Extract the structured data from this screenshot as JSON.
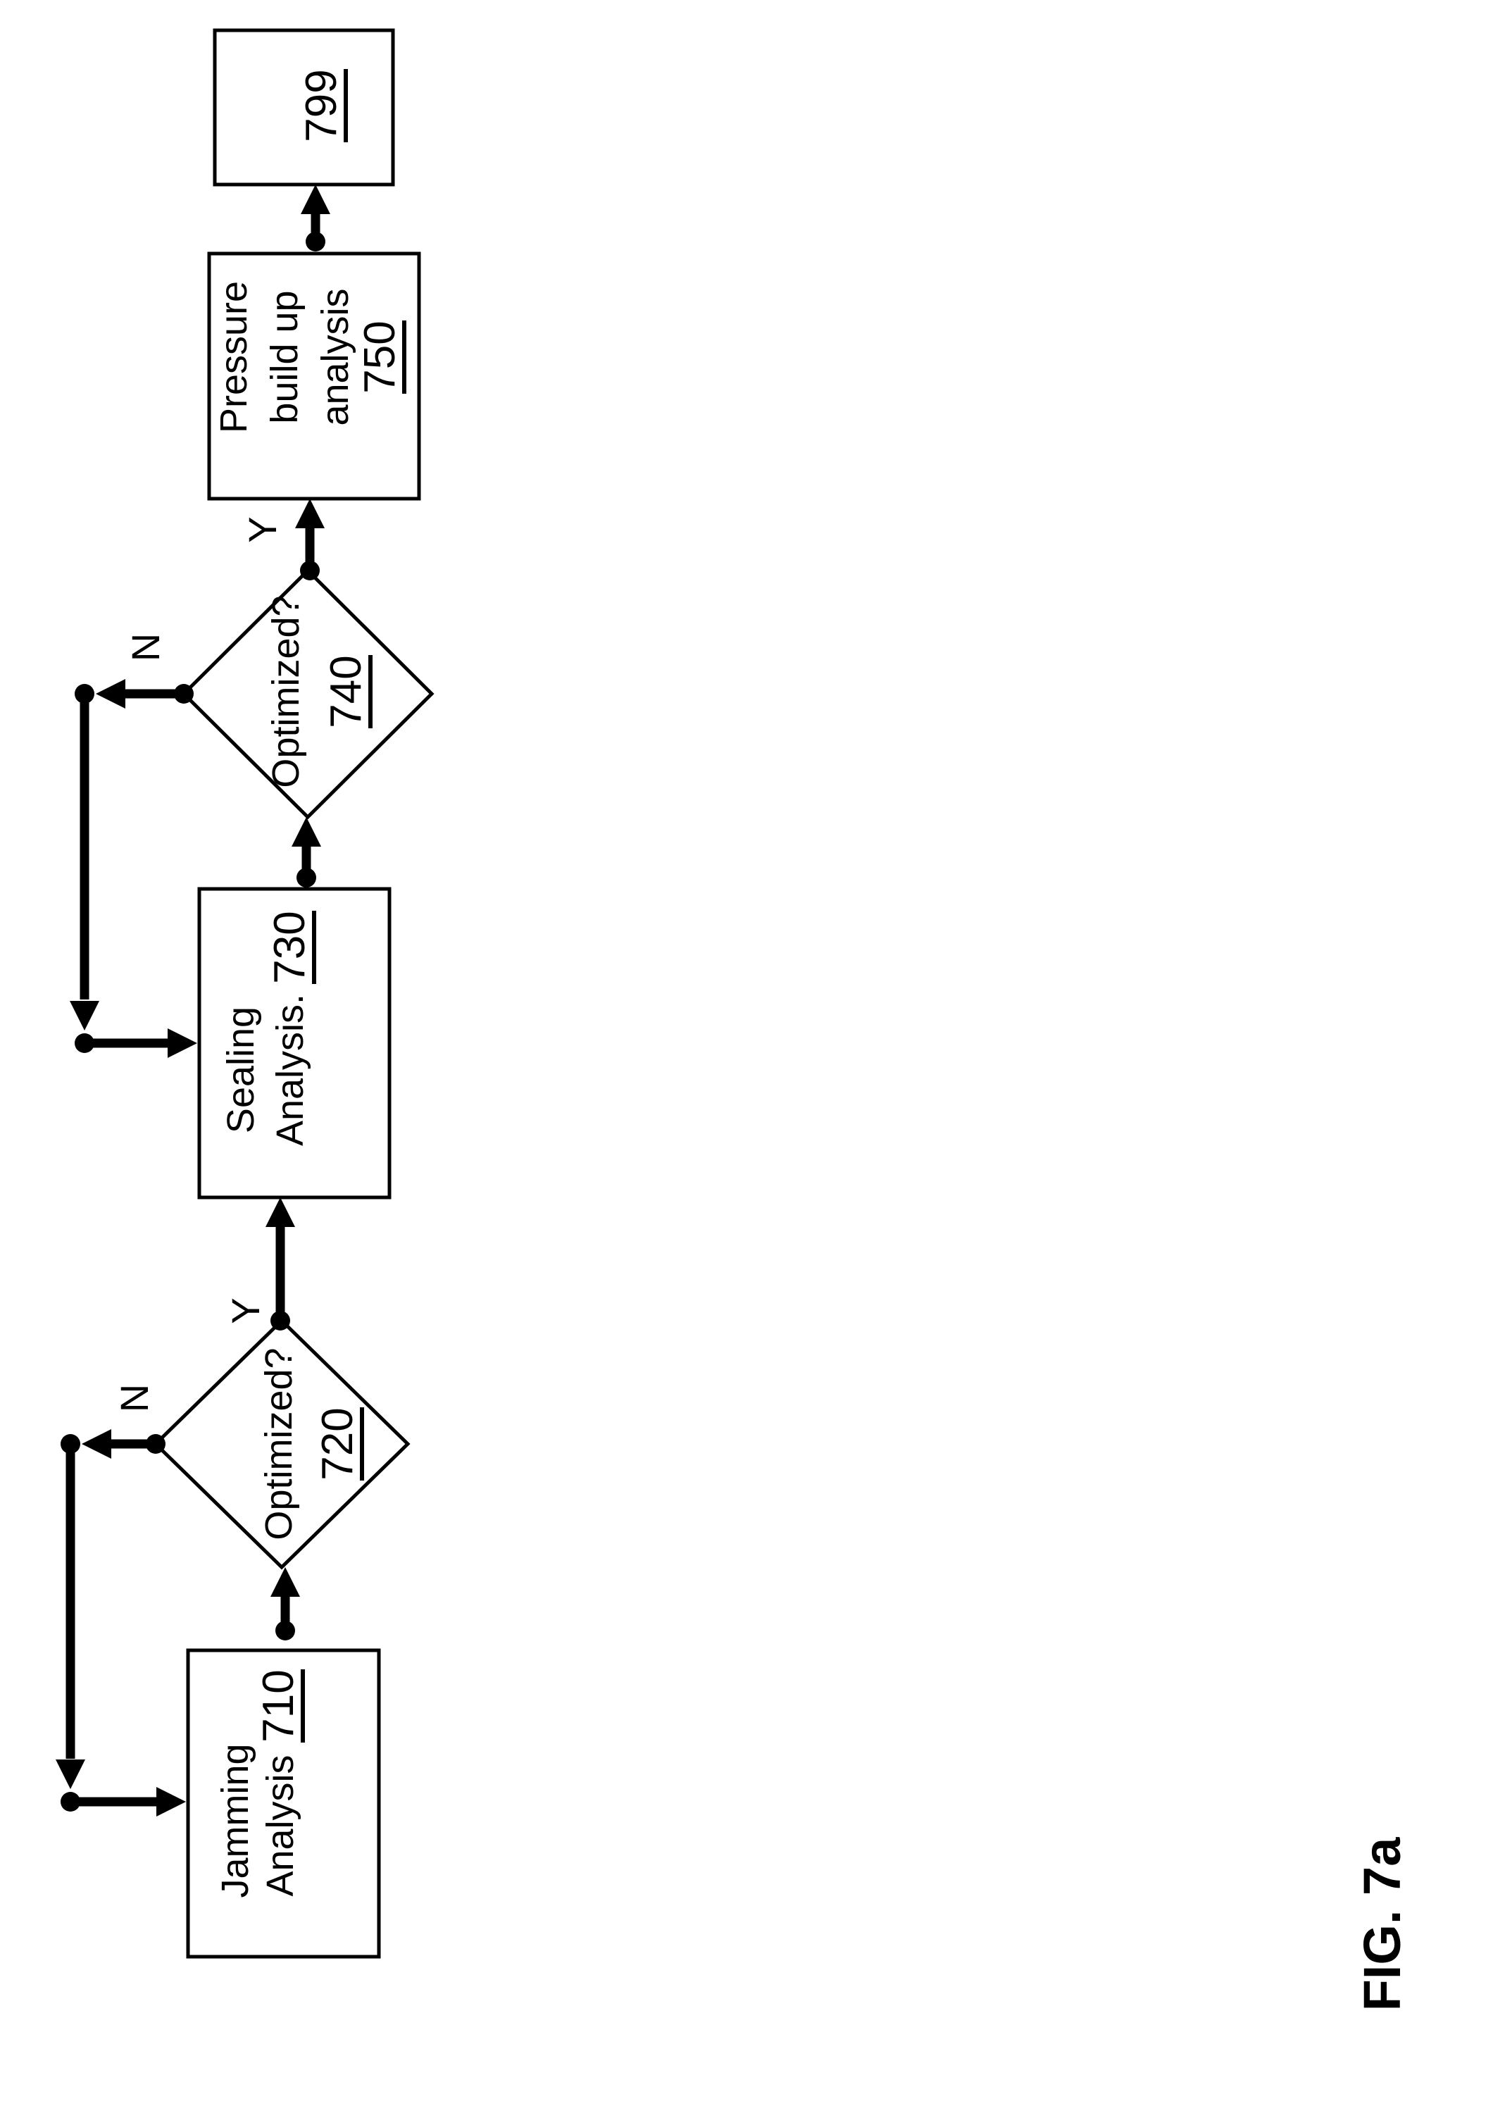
{
  "figure": {
    "label": "FIG. 7a"
  },
  "palette": {
    "ink": "#000000",
    "paper": "#ffffff"
  },
  "branch_labels": {
    "yes": "Y",
    "no": "N"
  },
  "nodes": {
    "jamming": {
      "line1": "Jamming",
      "line2": "Analysis",
      "ref": "710"
    },
    "opt720": {
      "line1": "Optimized?",
      "ref": "720"
    },
    "sealing": {
      "line1": "Sealing",
      "line2": "Analysis.",
      "ref": "730"
    },
    "opt740": {
      "line1": "Optimized?",
      "ref": "740"
    },
    "pressure": {
      "line1": "Pressure",
      "line2": "build up",
      "line3": "analysis",
      "ref": "750"
    },
    "end": {
      "ref": "799"
    }
  }
}
